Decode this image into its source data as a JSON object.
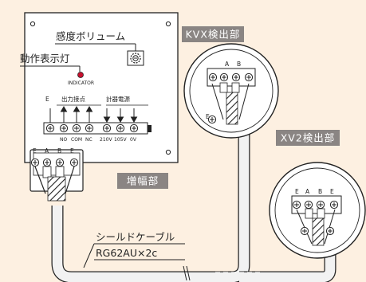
{
  "colors": {
    "background": "#fdf0e1",
    "tag_bg": "#8a8583",
    "indicator": "#c8102e",
    "outline": "#222222",
    "cable_fill": "#f2f2f2"
  },
  "amplifier": {
    "sensitivity_label": "感度ボリューム",
    "indicator_label": "動作表示灯",
    "indicator_text": "INDICATOR",
    "output_contacts_label": "出力接点",
    "power_label": "計器電源",
    "e_label": "E",
    "terminal_labels": [
      "NO",
      "COM",
      "NC",
      "210V",
      "105V",
      "0V"
    ],
    "clamp_labels": [
      "E",
      "A",
      "B",
      "E"
    ],
    "tag": "増幅部",
    "sensitivity_icon": "gear-icon"
  },
  "kvx_detector": {
    "tag": "KVX検出部",
    "terminal_labels": [
      "A",
      "B"
    ],
    "e_label": "E"
  },
  "xv2_detector": {
    "tag": "XV2検出部",
    "terminal_labels": [
      "E",
      "A",
      "B",
      "E"
    ]
  },
  "cable": {
    "name": "シールドケーブル",
    "spec": "RG62AU×2c"
  }
}
